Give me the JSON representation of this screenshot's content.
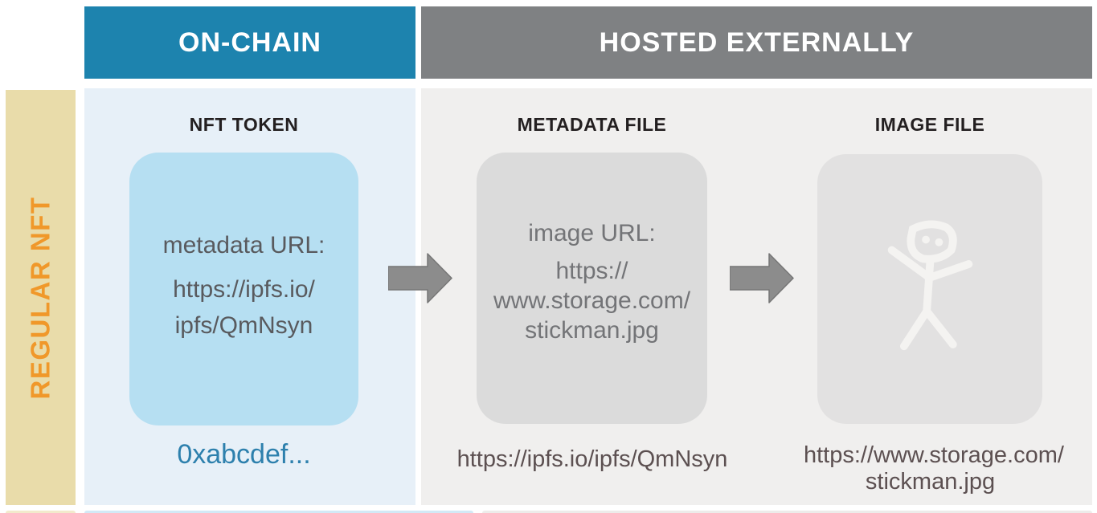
{
  "headers": {
    "on_chain": "ON-CHAIN",
    "hosted_externally": "HOSTED EXTERNALLY"
  },
  "sidebar": {
    "row_label": "REGULAR NFT"
  },
  "columns": {
    "nft_token": {
      "title": "NFT TOKEN",
      "box_lines": [
        "metadata URL:",
        "https://ipfs.io/",
        "ipfs/QmNsyn"
      ],
      "caption": "0xabcdef..."
    },
    "metadata_file": {
      "title": "METADATA FILE",
      "box_lines": [
        "image URL:",
        "https://",
        "www.storage.com/",
        "stickman.jpg"
      ],
      "caption": "https://ipfs.io/ipfs/QmNsyn"
    },
    "image_file": {
      "title": "IMAGE FILE",
      "icon": "stickman-drawing-icon",
      "caption_lines": [
        "https://www.storage.com/",
        "stickman.jpg"
      ]
    }
  },
  "icons": {
    "arrow_right_1": "right-arrow-icon",
    "arrow_right_2": "right-arrow-icon"
  },
  "colors": {
    "on_chain_header": "#1d83ae",
    "hosted_header": "#7f8183",
    "sidebar_bg": "#e9dcaa",
    "sidebar_text": "#f0982a",
    "on_chain_column_bg": "#e7f0f8",
    "hosted_column_bg": "#f0efee",
    "token_box_bg": "#b6dff2",
    "metadata_box_bg": "#dbdbdb",
    "image_box_bg": "#e2e1e1",
    "token_caption_text": "#2d80ad",
    "url_caption_text": "#5c5051",
    "arrow_fill": "#8c8c8c",
    "stickman_stroke": "#f4f3f1"
  }
}
